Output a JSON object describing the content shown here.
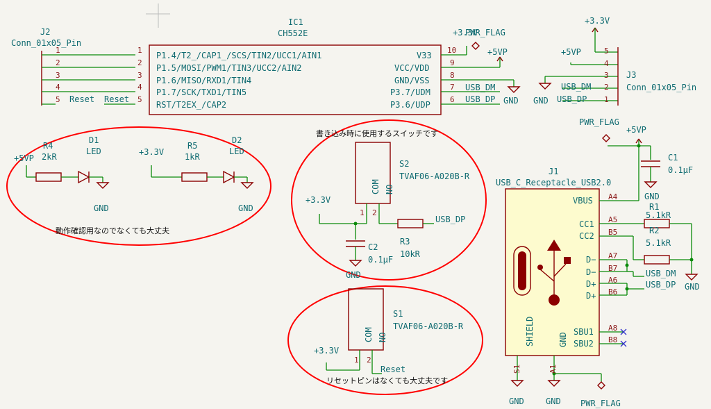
{
  "ic1": {
    "ref": "IC1",
    "value": "CH552E",
    "left_pins": [
      {
        "num": "1",
        "name": "P1.4/T2_/CAP1_/SCS/TIN2/UCC1/AIN1"
      },
      {
        "num": "2",
        "name": "P1.5/MOSI/PWM1/TIN3/UCC2/AIN2"
      },
      {
        "num": "3",
        "name": "P1.6/MISO/RXD1/TIN4"
      },
      {
        "num": "4",
        "name": "P1.7/SCK/TXD1/TIN5"
      },
      {
        "num": "5",
        "name": "RST/T2EX_/CAP2"
      }
    ],
    "right_pins": [
      {
        "num": "10",
        "name": "V33"
      },
      {
        "num": "9",
        "name": "VCC/VDD"
      },
      {
        "num": "8",
        "name": "GND/VSS"
      },
      {
        "num": "7",
        "name": "P3.7/UDM"
      },
      {
        "num": "6",
        "name": "P3.6/UDP"
      }
    ]
  },
  "j2": {
    "ref": "J2",
    "value": "Conn_01x05_Pin",
    "pins": [
      "1",
      "2",
      "3",
      "4",
      "5"
    ],
    "label5": "Reset",
    "label_ic5": "Reset"
  },
  "j3": {
    "ref": "J3",
    "value": "Conn_01x05_Pin",
    "pins": [
      "5",
      "4",
      "3",
      "2",
      "1"
    ]
  },
  "nets": {
    "p33": "+3.3V",
    "p5vp": "+5VP",
    "gnd": "GND",
    "usb_dm": "USB_DM",
    "usb_dp": "USB_DP",
    "reset": "Reset",
    "pwr_flag": "PWR_FLAG",
    "overlap": "+3.3V"
  },
  "led_block": {
    "r4_ref": "R4",
    "r4_val": "2kR",
    "d1_ref": "D1",
    "d1_val": "LED",
    "r5_ref": "R5",
    "r5_val": "1kR",
    "d2_ref": "D2",
    "d2_val": "LED",
    "note": "動作確認用なのでなくても大丈夫"
  },
  "s2_block": {
    "note": "書き込み時に使用するスイッチです",
    "s2_ref": "S2",
    "s2_val": "TVAF06-A020B-R",
    "com": "COM",
    "no": "NO",
    "pin1": "1",
    "pin2": "2",
    "c2_ref": "C2",
    "c2_val": "0.1µF",
    "r3_ref": "R3",
    "r3_val": "10kR"
  },
  "s1_block": {
    "note": "リセットピンはなくても大丈夫です",
    "s1_ref": "S1",
    "s1_val": "TVAF06-A020B-R",
    "com": "COM",
    "no": "NO",
    "pin1": "1",
    "pin2": "2"
  },
  "j1": {
    "ref": "J1",
    "value": "USB_C_Receptacle_USB2.0",
    "pins_left": [
      "VBUS",
      "CC1",
      "CC2",
      "D−",
      "D−",
      "D+",
      "D+",
      "SBU1",
      "SBU2"
    ],
    "pins_num": [
      "A4",
      "A5",
      "B5",
      "A7",
      "B7",
      "A6",
      "B6",
      "A8",
      "B8"
    ],
    "shield": "SHIELD",
    "gnd": "GND",
    "s1": "S1",
    "a1": "A1"
  },
  "r1": {
    "ref": "R1",
    "val": "5.1kR"
  },
  "r2": {
    "ref": "R2",
    "val": "5.1kR"
  },
  "c1": {
    "ref": "C1",
    "val": "0.1µF"
  },
  "colors": {
    "wire": "#0a8a0a",
    "part": "#8b0000",
    "label": "#0e6a70",
    "annotation": "#ff0000",
    "body_fill": "#fdfbce"
  }
}
